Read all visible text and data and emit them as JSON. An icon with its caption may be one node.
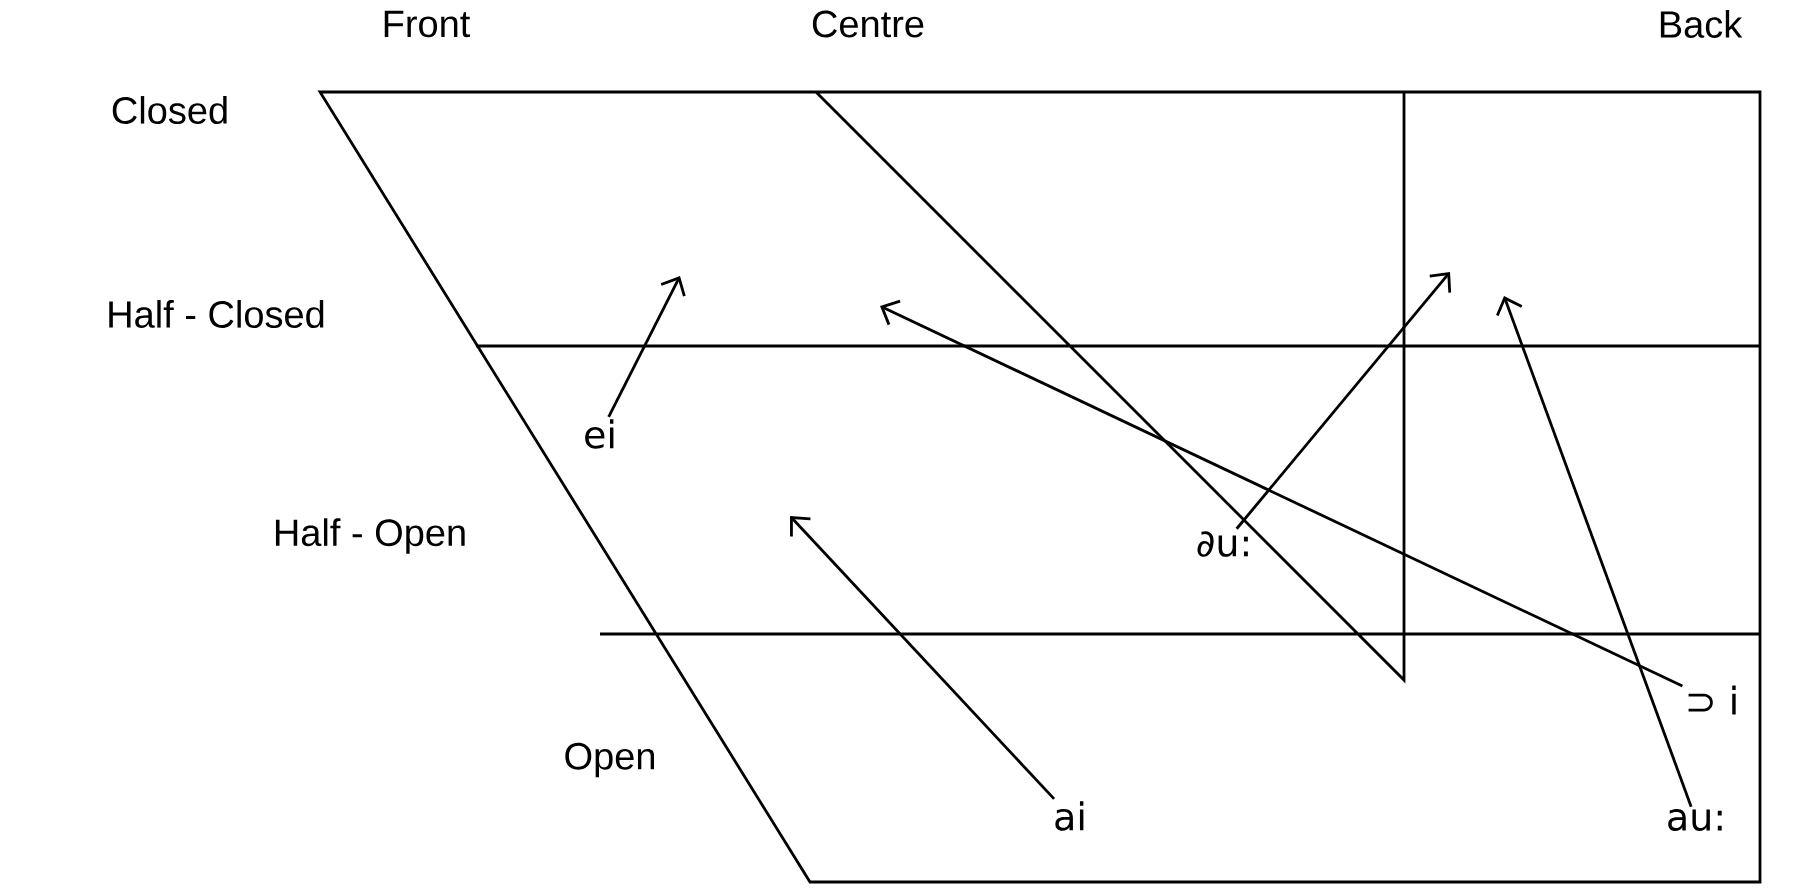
{
  "diagram": {
    "nodes": [
      {
        "text": [
          "ei"
        ]
      },
      {
        "text": [
          "∂u:"
        ]
      },
      {
        "text": [
          "⊃ i"
        ]
      },
      {
        "text": [
          "ai"
        ]
      },
      {
        "text": [
          "au:"
        ]
      }
    ],
    "edges": [
      {
        "from": 0,
        "to": null,
        "arrow": "to"
      },
      {
        "from": 1,
        "to": null,
        "arrow": "to"
      },
      {
        "from": 2,
        "to": null,
        "arrow": "to"
      },
      {
        "from": 3,
        "to": null,
        "arrow": "to"
      },
      {
        "from": 4,
        "to": null,
        "arrow": "to"
      }
    ],
    "labels": [
      "Front",
      "Centre",
      "Back",
      "Closed",
      "Half - Closed",
      "Half - Open",
      "Open"
    ]
  }
}
